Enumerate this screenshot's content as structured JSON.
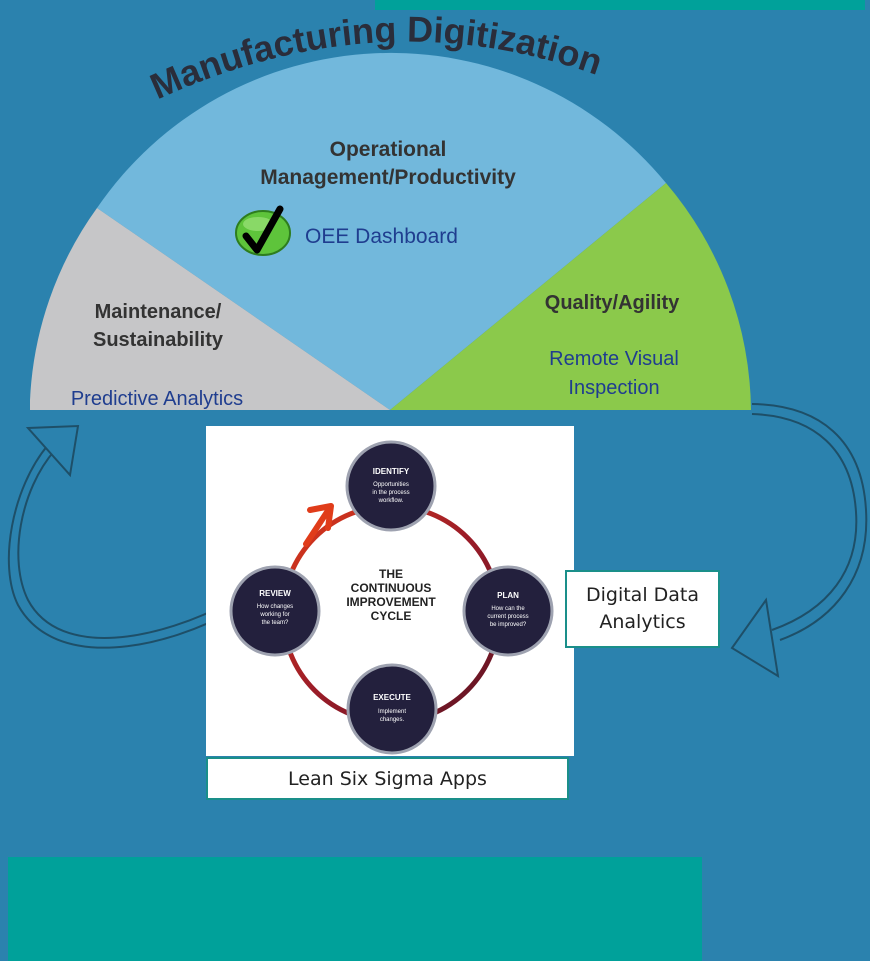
{
  "title": "Manufacturing Digitization",
  "segments": {
    "operational": {
      "title_line1": "Operational",
      "title_line2": "Management/Productivity",
      "item": "OEE Dashboard"
    },
    "maintenance": {
      "title_line1": "Maintenance/",
      "title_line2": "Sustainability",
      "item": "Predictive Analytics"
    },
    "quality": {
      "title": "Quality/Agility",
      "item_line1": "Remote Visual",
      "item_line2": "Inspection"
    }
  },
  "cycle": {
    "center_line1": "THE",
    "center_line2": "CONTINUOUS",
    "center_line3": "IMPROVEMENT",
    "center_line4": "CYCLE",
    "steps": {
      "identify": {
        "title": "IDENTIFY",
        "line1": "Opportunities",
        "line2": "in the process",
        "line3": "workflow."
      },
      "plan": {
        "title": "PLAN",
        "line1": "How can the",
        "line2": "current process",
        "line3": "be improved?"
      },
      "execute": {
        "title": "EXECUTE",
        "line1": "Implement",
        "line2": "changes."
      },
      "review": {
        "title": "REVIEW",
        "line1": "How changes",
        "line2": "working for",
        "line3": "the team?"
      }
    }
  },
  "caption": "Lean Six Sigma Apps",
  "digital_data": {
    "line1": "Digital Data",
    "line2": "Analytics"
  },
  "colors": {
    "background": "#2b82ae",
    "teal": "#00a19a",
    "operational": "#72b8dc",
    "maintenance": "#c6c6c8",
    "quality": "#8bc94b",
    "check": "#5ec43b",
    "step_circle": "#23203d"
  }
}
